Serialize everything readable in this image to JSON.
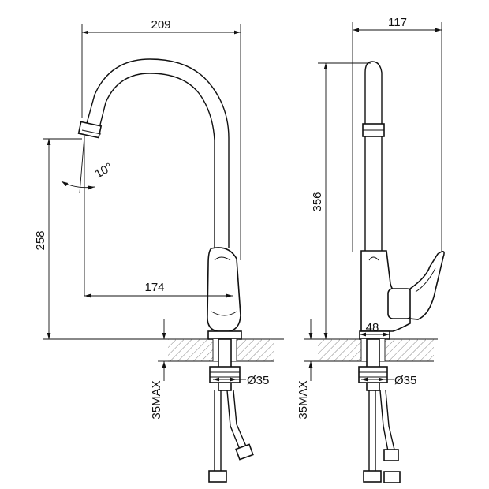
{
  "front_view": {
    "width": "209",
    "reach": "174",
    "spout_height": "258",
    "angle": "10°",
    "max_deck_thickness": "35MAX",
    "hole_diameter": "Ø35"
  },
  "side_view": {
    "depth": "117",
    "total_height": "356",
    "base_width": "48",
    "max_deck_thickness": "35MAX",
    "hole_diameter": "Ø35"
  }
}
